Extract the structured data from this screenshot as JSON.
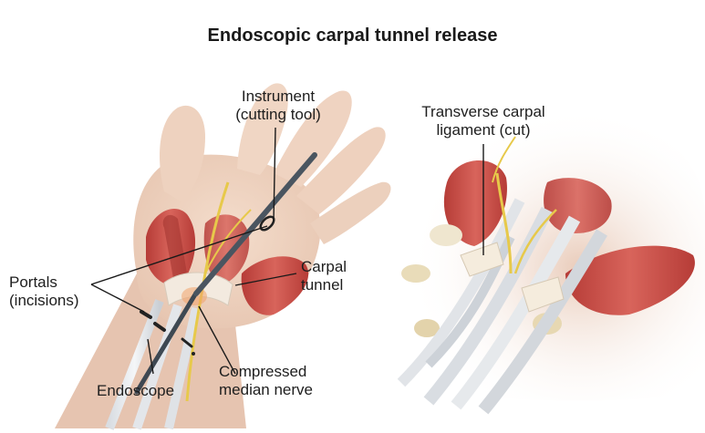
{
  "title": "Endoscopic carpal tunnel release",
  "labels": {
    "instrument": [
      "Instrument",
      "(cutting tool)"
    ],
    "portals": [
      "Portals",
      "(incisions)"
    ],
    "carpal_tunnel": [
      "Carpal",
      "tunnel"
    ],
    "endoscope": [
      "Endoscope"
    ],
    "compressed_nerve": [
      "Compressed",
      "median nerve"
    ],
    "ligament": [
      "Transverse carpal",
      "ligament (cut)"
    ]
  },
  "colors": {
    "skin": "#ecd3c0",
    "muscle": "#c8504a",
    "tendon": "#f3eadf",
    "nerve": "#e7c94a",
    "instrument": "#4a5560"
  }
}
